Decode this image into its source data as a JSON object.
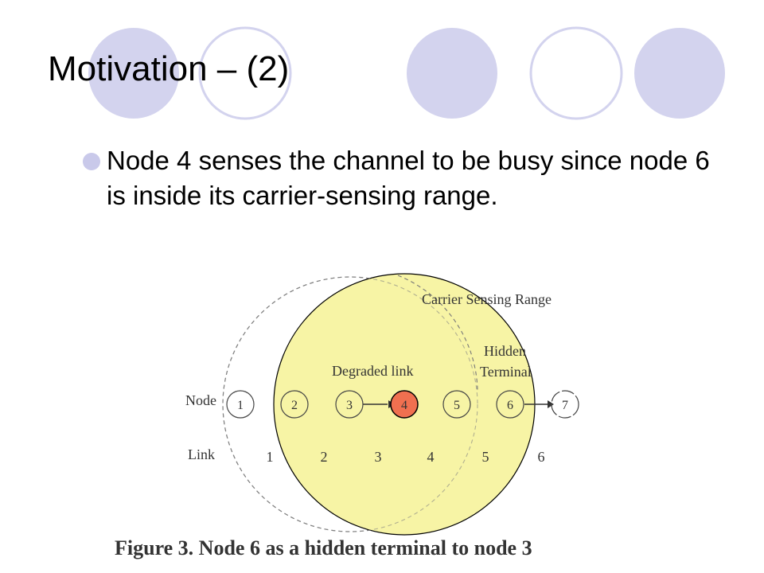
{
  "slide": {
    "title": "Motivation – (2)",
    "bullet": "Node 4 senses the channel to be busy since node 6 is inside its carrier-sensing range."
  },
  "theme": {
    "circle_fill": "#d3d3ee",
    "circle_stroke": "#d3d3ee",
    "highlight_fill": "#f7f3a0",
    "highlight_node": "#f07050"
  },
  "diagram": {
    "nodes": [
      "1",
      "2",
      "3",
      "4",
      "5",
      "6",
      "7"
    ],
    "links": [
      "1",
      "2",
      "3",
      "4",
      "5",
      "6"
    ],
    "row_node_label": "Node",
    "row_link_label": "Link",
    "carrier_label": "Carrier Sensing Range",
    "hidden_label_1": "Hidden",
    "hidden_label_2": "Terminal",
    "degraded_label": "Degraded link",
    "caption": "Figure 3. Node 6 as a hidden terminal to node 3"
  }
}
